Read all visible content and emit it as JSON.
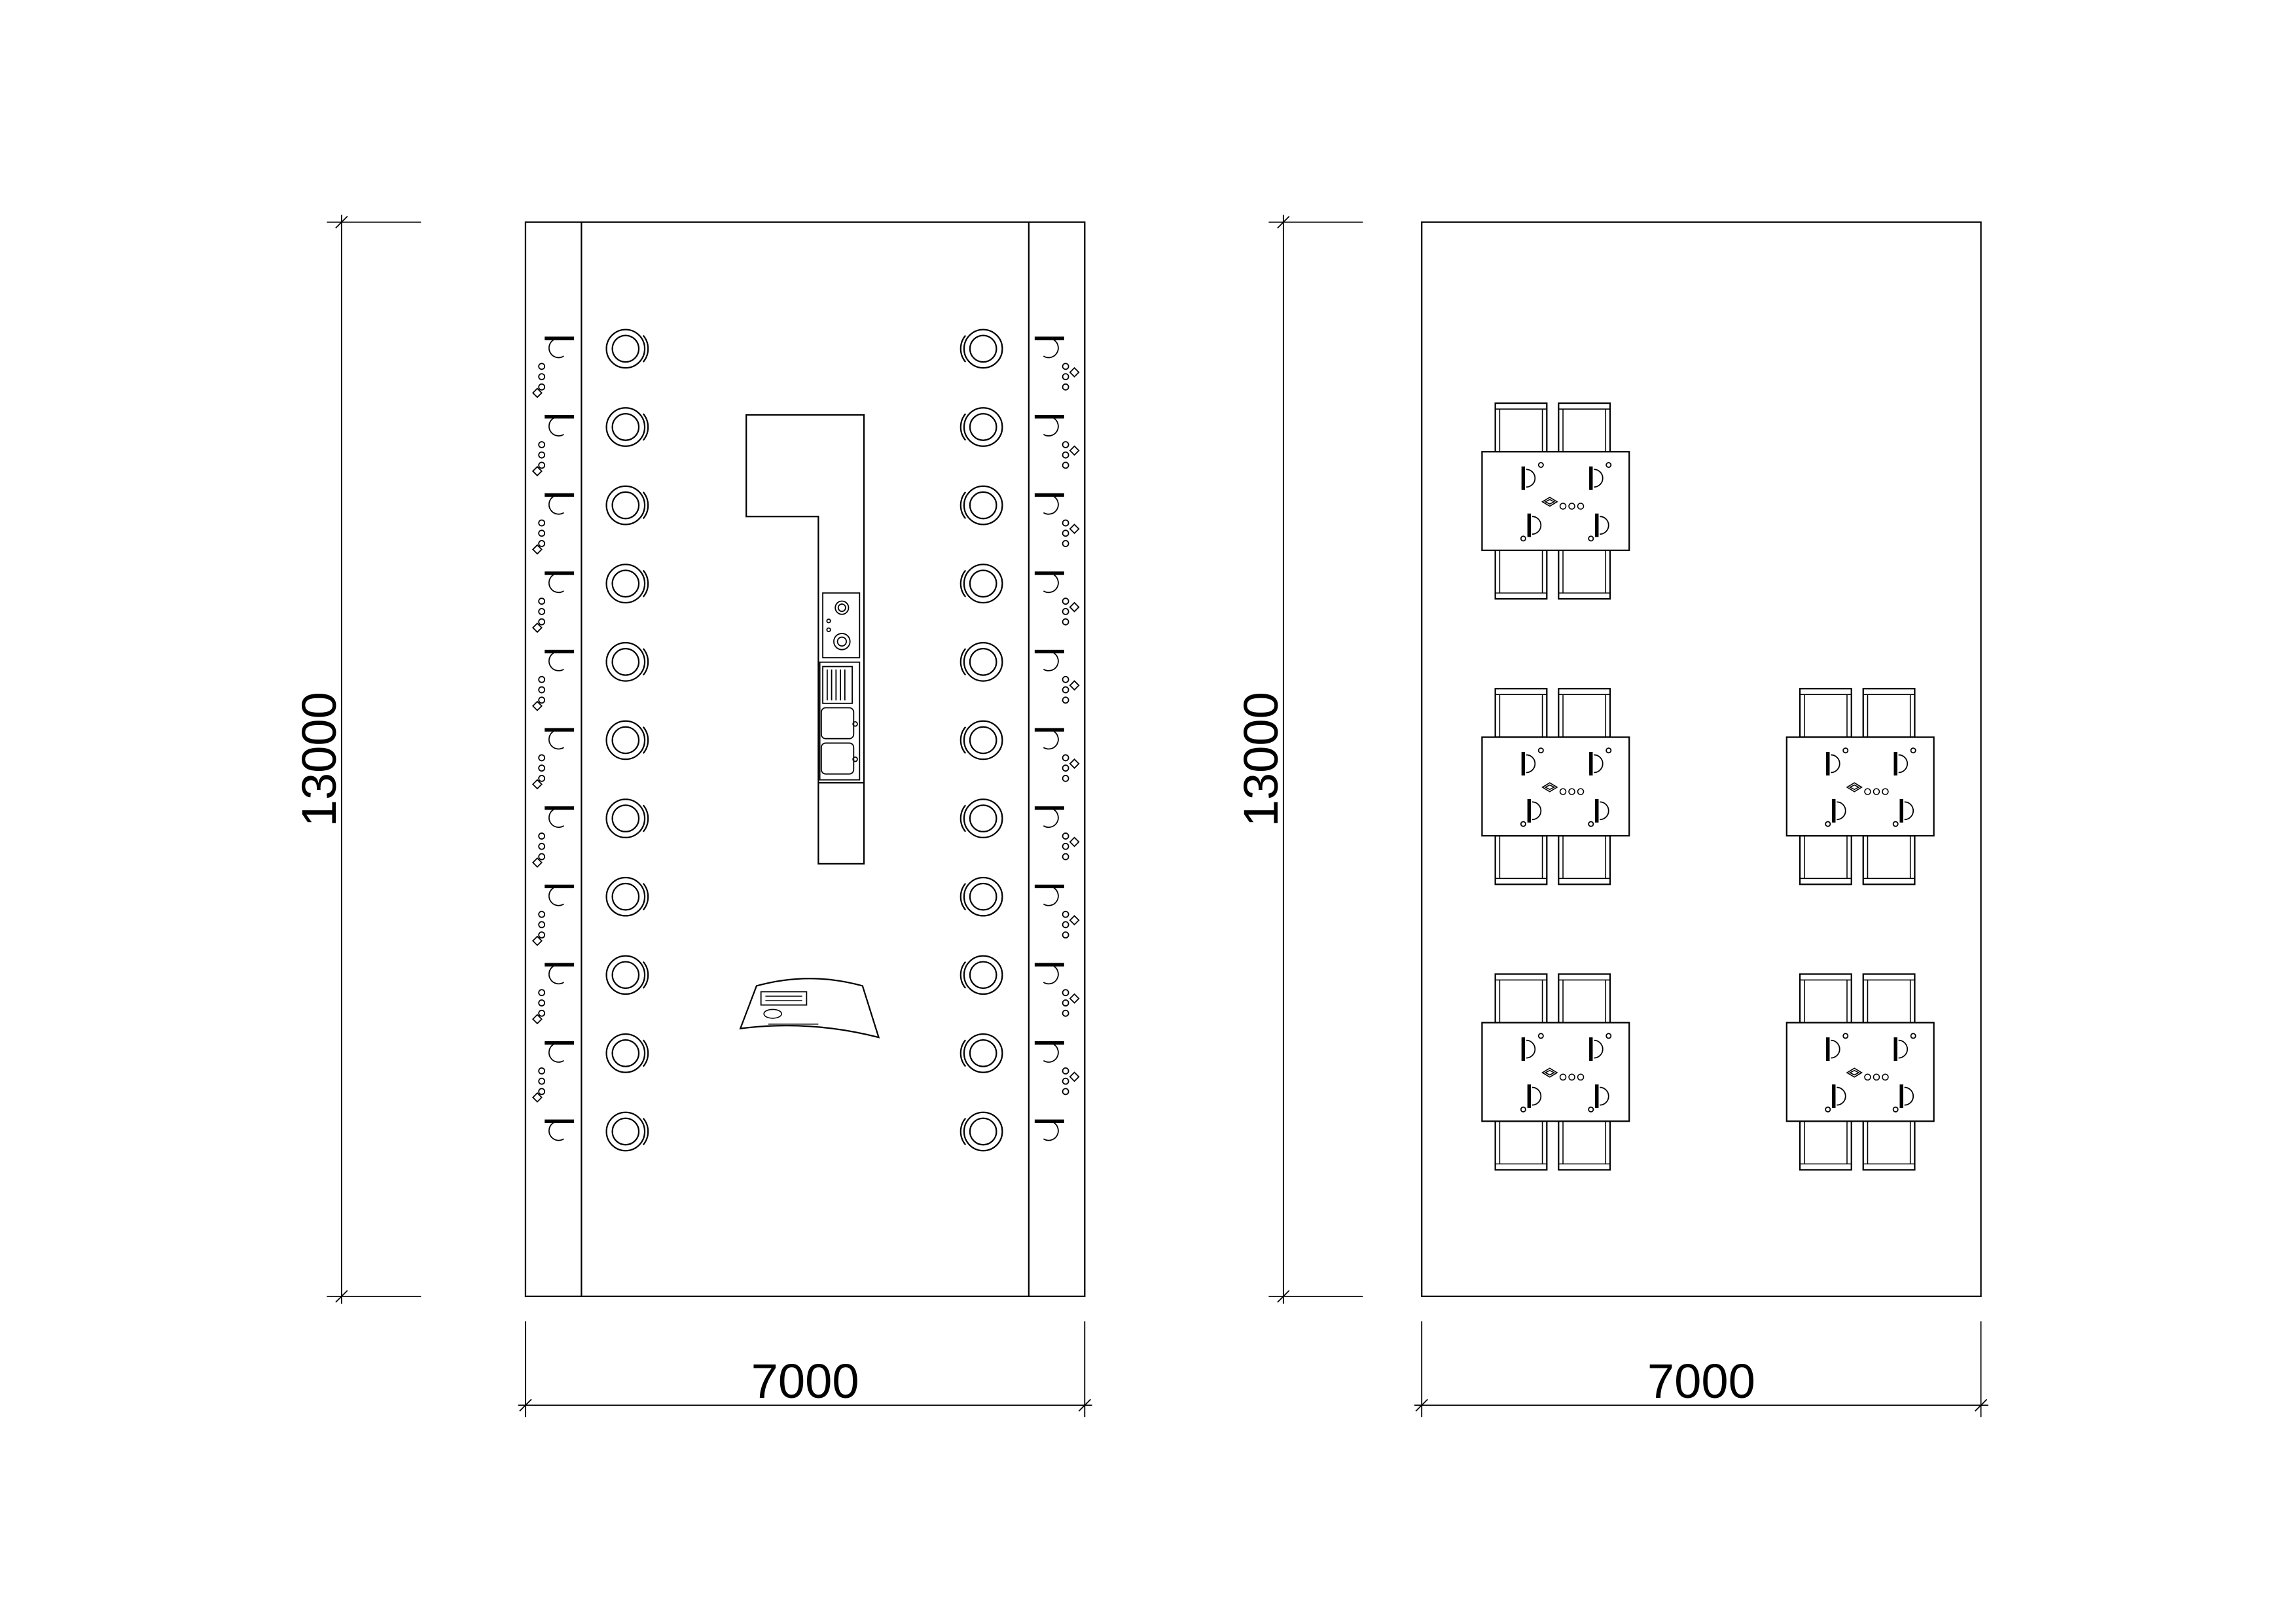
{
  "drawing": {
    "plan_left": {
      "width_label": "7000",
      "height_label": "13000",
      "seats_per_side": 11
    },
    "plan_right": {
      "width_label": "7000",
      "height_label": "13000",
      "table_count": 5,
      "chairs_per_table": 4
    }
  },
  "colors": {
    "line": "#000000",
    "background": "#ffffff"
  }
}
